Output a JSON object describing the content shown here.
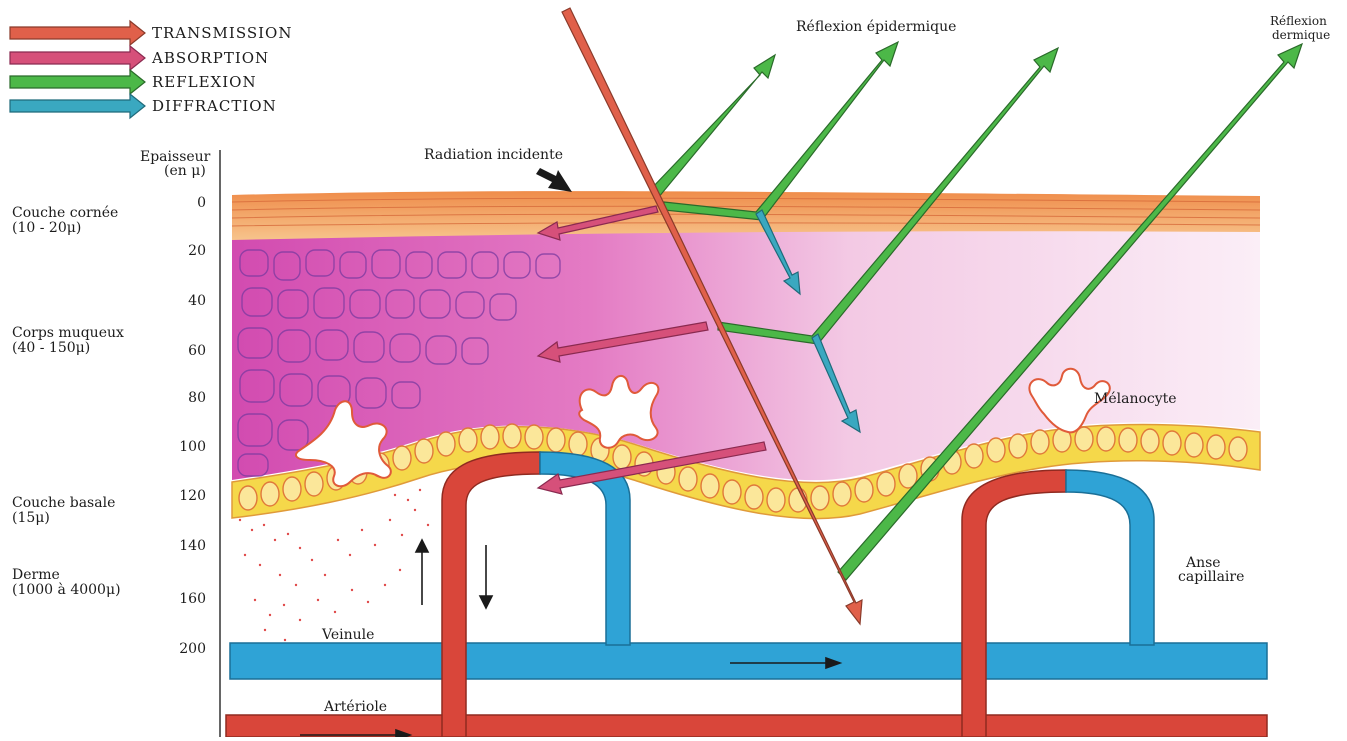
{
  "legend": [
    {
      "label": "TRANSMISSION",
      "color": "#e0604a"
    },
    {
      "label": "ABSORPTION",
      "color": "#d6507a"
    },
    {
      "label": "REFLEXION",
      "color": "#4cb848"
    },
    {
      "label": "DIFFRACTION",
      "color": "#3aa8c0"
    }
  ],
  "axis": {
    "title_line1": "Epaisseur",
    "title_line2": "(en μ)",
    "ticks": [
      "0",
      "20",
      "40",
      "60",
      "80",
      "100",
      "120",
      "140",
      "160",
      "200"
    ]
  },
  "layers": {
    "cornee_1": "Couche cornée",
    "cornee_2": "(10 - 20μ)",
    "muqueux_1": "Corps muqueux",
    "muqueux_2": "(40 - 150μ)",
    "basale_1": "Couche basale",
    "basale_2": "(15μ)",
    "derme_1": "Derme",
    "derme_2": "(1000 à 4000μ)"
  },
  "labels": {
    "radiation": "Radiation incidente",
    "reflexion_epidermique": "Réflexion épidermique",
    "reflexion_dermique_1": "Réflexion",
    "reflexion_dermique_2": "dermique",
    "melanocyte": "Mélanocyte",
    "anse_1": "Anse",
    "anse_2": "capillaire",
    "veinule": "Veinule",
    "arteriole": "Artériole"
  },
  "colors": {
    "transmission": "#e0604a",
    "absorption": "#d6507a",
    "reflexion": "#4cb848",
    "diffraction": "#3aa8c0",
    "artery": "#d9463a",
    "vein": "#2fa3d6",
    "corneum": "#f2a56a",
    "mucous": "#e47bc4",
    "basal": "#f5d84a"
  }
}
